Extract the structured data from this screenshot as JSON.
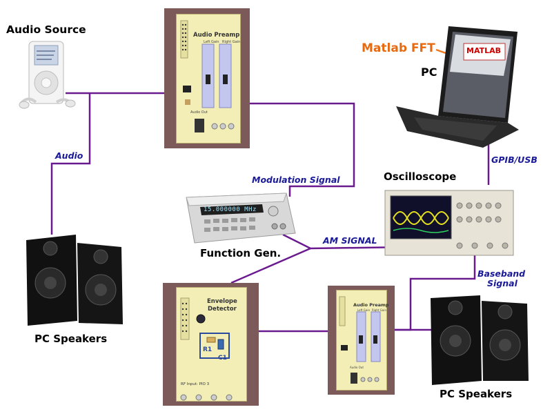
{
  "labels": {
    "audio_source": "Audio Source",
    "pc": "PC",
    "matlab_fft": "Matlab FFT",
    "matlab_screen": "MATLAB",
    "oscilloscope": "Oscilloscope",
    "function_gen": "Function Gen.",
    "pc_speakers_left": "PC Speakers",
    "pc_speakers_right": "PC Speakers"
  },
  "signals": {
    "audio": "Audio",
    "modulation": "Modulation Signal",
    "gpib": "GPIB/USB",
    "am": "AM SIGNAL",
    "baseband_line1": "Baseband",
    "baseband_line2": "Signal"
  },
  "boards": {
    "preamp_top": {
      "title": "Audio Preamp",
      "left_gain": "Left Gain",
      "right_gain": "Right Gain",
      "out": "Audio Out"
    },
    "preamp_bottom": {
      "title": "Audio Preamp",
      "left_gain": "Left Gain",
      "right_gain": "Right Gain",
      "out": "Audio Out"
    },
    "envelope": {
      "title_line1": "Envelope",
      "title_line2": "Detector",
      "r1": "R1",
      "c1": "C1",
      "rf_input": "RF Input: PIO 3"
    }
  },
  "function_gen_display": "15.000000 MHz",
  "colors": {
    "wire": "#6a1a8f",
    "signal_label": "#1a1a99",
    "matlab_label": "#e86a10",
    "matlab_line": "#f07a20",
    "board_bg": "#7d5a5a",
    "pcb": "#f2eeb6"
  }
}
